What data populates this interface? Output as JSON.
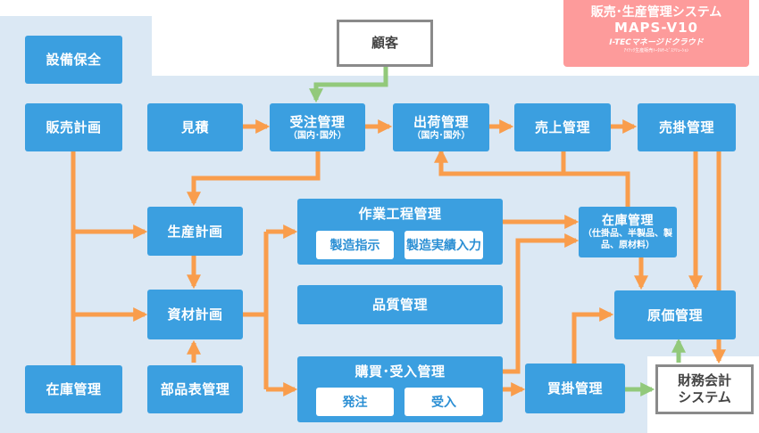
{
  "brand": {
    "title": "販売･生産管理システム",
    "product": "MAPS-V10",
    "logo_text": "I-TECマネージドクラウド",
    "logo_tagline": "ｱｲﾃｯｸ生産販売ﾄｰﾀﾙｻｰﾋﾞｽｿﾘｭｰｼｮﾝ"
  },
  "nodes": {
    "setsubi": "設備保全",
    "hanbai_keikaku": "販売計画",
    "zaiko_left": "在庫管理",
    "kokyaku": "顧客",
    "mitsumori": "見積",
    "juchu": {
      "label": "受注管理",
      "sub": "（国内･国外）"
    },
    "shukka": {
      "label": "出荷管理",
      "sub": "（国内･国外）"
    },
    "uriage": "売上管理",
    "urikake": "売掛管理",
    "seisan_keikaku": "生産計画",
    "shizai_keikaku": "資材計画",
    "buhinhyo": "部品表管理",
    "sagyo": {
      "label": "作業工程管理",
      "chip1": "製造指示",
      "chip2": "製造実績入力"
    },
    "hinshitsu": "品質管理",
    "kobai": {
      "label": "購買･受入管理",
      "chip1": "発注",
      "chip2": "受入"
    },
    "zaiko_right": {
      "label": "在庫管理",
      "sub": "（仕掛品、半製品、製品、原材料）"
    },
    "genka": "原価管理",
    "kaikake": "買掛管理",
    "zaimu": {
      "line1": "財務会計",
      "line2": "システム"
    }
  },
  "colors": {
    "box": "#3b9fe0",
    "background_panel": "#dbe8f4",
    "arrow_internal": "#f99d4c",
    "arrow_external": "#92c97b",
    "external_border": "#8a8a8a",
    "brand": "#fd9b9b"
  }
}
